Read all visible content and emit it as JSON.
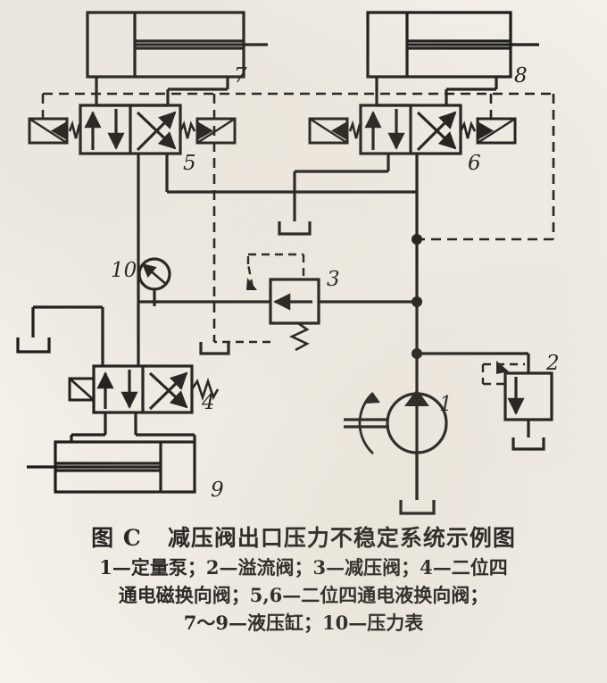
{
  "figure": {
    "title": "图 C   减压阀出口压力不稳定系统示例图",
    "legend_lines": [
      "1—定量泵；2—溢流阀；3—减压阀；4—二位四",
      "通电磁换向阀；5,6—二位四通电液换向阀；",
      "7～9—液压缸；10—压力表"
    ]
  },
  "diagram": {
    "type": "hydraulic-schematic",
    "line_color": "#101010",
    "paper_color": "#f5f2ec",
    "components": [
      {
        "id": "1",
        "name": "fixed-displacement-pump",
        "label": "1",
        "cn": "定量泵"
      },
      {
        "id": "2",
        "name": "relief-valve",
        "label": "2",
        "cn": "溢流阀"
      },
      {
        "id": "3",
        "name": "pressure-reducing-valve",
        "label": "3",
        "cn": "减压阀"
      },
      {
        "id": "4",
        "name": "solenoid-directional-valve-2p4w",
        "label": "4",
        "cn": "二位四通电磁换向阀"
      },
      {
        "id": "5",
        "name": "electro-hydraulic-valve-2p4w",
        "label": "5",
        "cn": "二位四通电液换向阀"
      },
      {
        "id": "6",
        "name": "electro-hydraulic-valve-2p4w",
        "label": "6",
        "cn": "二位四通电液换向阀"
      },
      {
        "id": "7",
        "name": "hydraulic-cylinder",
        "label": "7",
        "cn": "液压缸"
      },
      {
        "id": "8",
        "name": "hydraulic-cylinder",
        "label": "8",
        "cn": "液压缸"
      },
      {
        "id": "9",
        "name": "hydraulic-cylinder",
        "label": "9",
        "cn": "液压缸"
      },
      {
        "id": "10",
        "name": "pressure-gauge",
        "label": "10",
        "cn": "压力表"
      }
    ],
    "labels": {
      "c1": "1",
      "c2": "2",
      "c3": "3",
      "c4": "4",
      "c5": "5",
      "c6": "6",
      "c7": "7",
      "c8": "8",
      "c9": "9",
      "c10": "10"
    }
  }
}
